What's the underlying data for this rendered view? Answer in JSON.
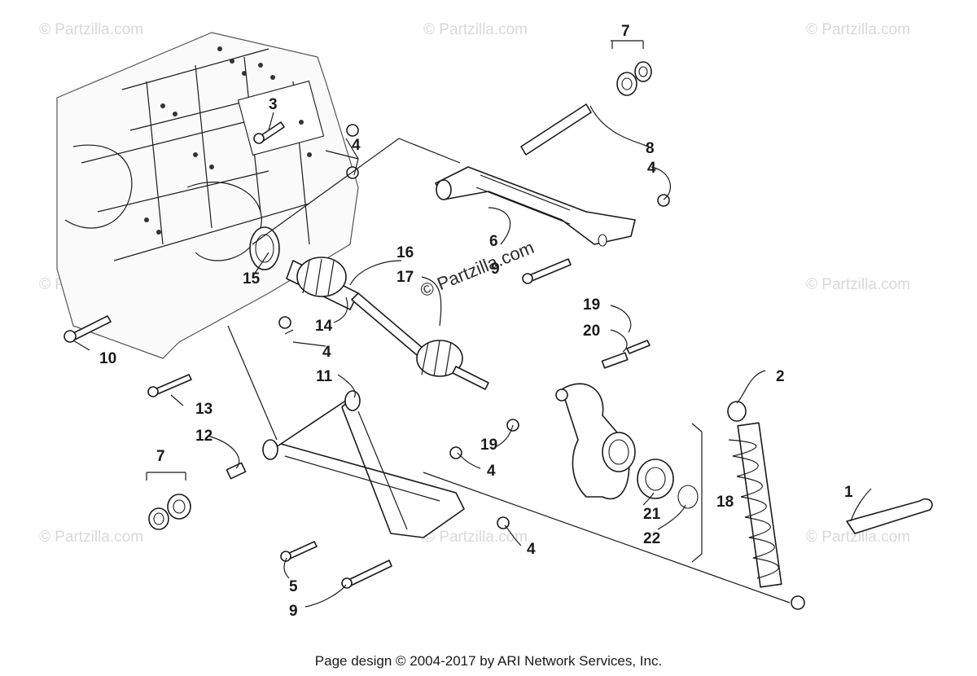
{
  "watermark": {
    "text": "© Partzilla.com",
    "overlay_text": "© Partzilla.com"
  },
  "callouts": [
    {
      "id": "c3",
      "text": "3"
    },
    {
      "id": "c4a",
      "text": "4"
    },
    {
      "id": "c7a",
      "text": "7"
    },
    {
      "id": "c8",
      "text": "8"
    },
    {
      "id": "c4b",
      "text": "4"
    },
    {
      "id": "c6",
      "text": "6"
    },
    {
      "id": "c9a",
      "text": "9"
    },
    {
      "id": "c16",
      "text": "16"
    },
    {
      "id": "c17",
      "text": "17"
    },
    {
      "id": "c15",
      "text": "15"
    },
    {
      "id": "c14",
      "text": "14"
    },
    {
      "id": "c4c",
      "text": "4"
    },
    {
      "id": "c10",
      "text": "10"
    },
    {
      "id": "c19a",
      "text": "19"
    },
    {
      "id": "c20",
      "text": "20"
    },
    {
      "id": "c2",
      "text": "2"
    },
    {
      "id": "c11",
      "text": "11"
    },
    {
      "id": "c13",
      "text": "13"
    },
    {
      "id": "c12",
      "text": "12"
    },
    {
      "id": "c19b",
      "text": "19"
    },
    {
      "id": "c4d",
      "text": "4"
    },
    {
      "id": "c7b",
      "text": "7"
    },
    {
      "id": "c18",
      "text": "18"
    },
    {
      "id": "c1",
      "text": "1"
    },
    {
      "id": "c21",
      "text": "21"
    },
    {
      "id": "c22",
      "text": "22"
    },
    {
      "id": "c4e",
      "text": "4"
    },
    {
      "id": "c5",
      "text": "5"
    },
    {
      "id": "c9b",
      "text": "9"
    }
  ],
  "footer": {
    "text": "Page design © 2004-2017 by ARI Network Services, Inc."
  }
}
